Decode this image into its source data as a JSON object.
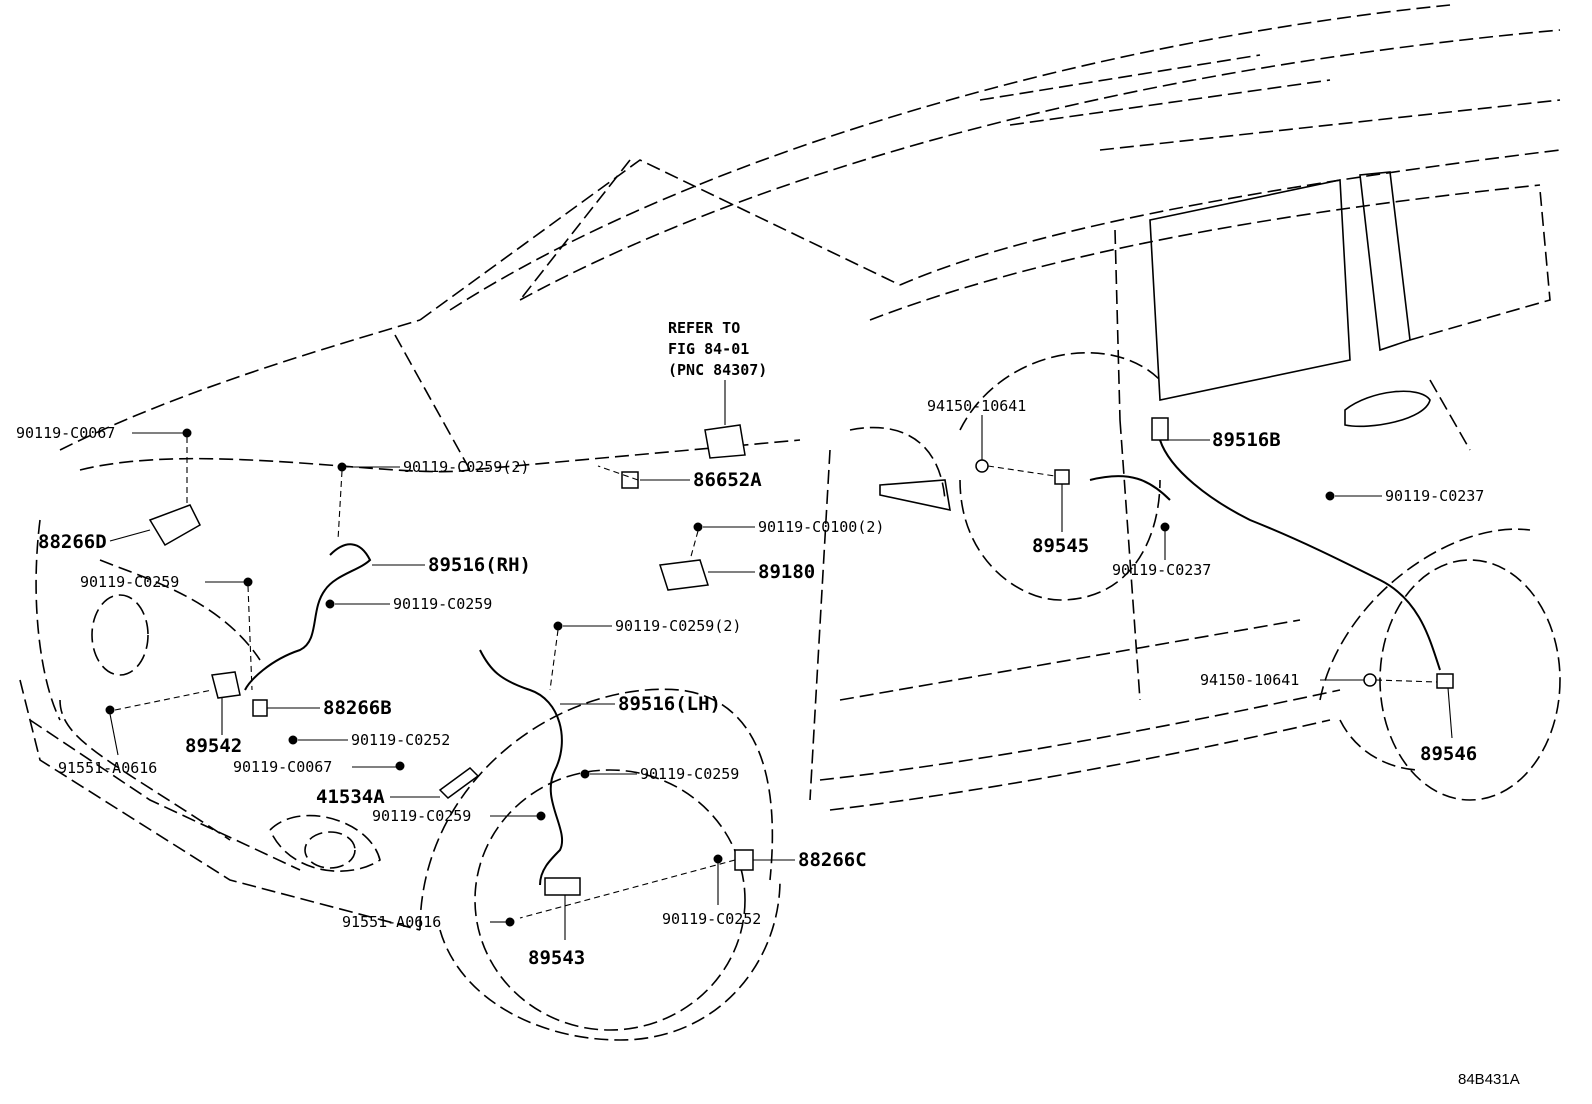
{
  "figure_id": "84B431A",
  "reference_note": [
    "REFER TO",
    "FIG 84-01",
    "(PNC 84307)"
  ],
  "callouts": [
    {
      "id": "c1",
      "text": "90119-C0067"
    },
    {
      "id": "c2",
      "text": "90119-C0259(2)"
    },
    {
      "id": "c3",
      "text": "86652A"
    },
    {
      "id": "c4",
      "text": "88266D"
    },
    {
      "id": "c5",
      "text": "89516(RH)"
    },
    {
      "id": "c6",
      "text": "90119-C0259"
    },
    {
      "id": "c7",
      "text": "90119-C0259"
    },
    {
      "id": "c8",
      "text": "90119-C0100(2)"
    },
    {
      "id": "c9",
      "text": "89180"
    },
    {
      "id": "c10",
      "text": "90119-C0259(2)"
    },
    {
      "id": "c11",
      "text": "89542"
    },
    {
      "id": "c12",
      "text": "88266B"
    },
    {
      "id": "c13",
      "text": "89516(LH)"
    },
    {
      "id": "c14",
      "text": "90119-C0252"
    },
    {
      "id": "c15",
      "text": "91551-A0616"
    },
    {
      "id": "c16",
      "text": "90119-C0067"
    },
    {
      "id": "c17",
      "text": "90119-C0259"
    },
    {
      "id": "c18",
      "text": "41534A"
    },
    {
      "id": "c19",
      "text": "90119-C0259"
    },
    {
      "id": "c20",
      "text": "88266C"
    },
    {
      "id": "c21",
      "text": "91551-A0616"
    },
    {
      "id": "c22",
      "text": "90119-C0252"
    },
    {
      "id": "c23",
      "text": "89543"
    },
    {
      "id": "c24",
      "text": "94150-10641"
    },
    {
      "id": "c25",
      "text": "89516B"
    },
    {
      "id": "c26",
      "text": "89545"
    },
    {
      "id": "c27",
      "text": "90119-C0237"
    },
    {
      "id": "c28",
      "text": "90119-C0237"
    },
    {
      "id": "c29",
      "text": "94150-10641"
    },
    {
      "id": "c30",
      "text": "89546"
    }
  ]
}
